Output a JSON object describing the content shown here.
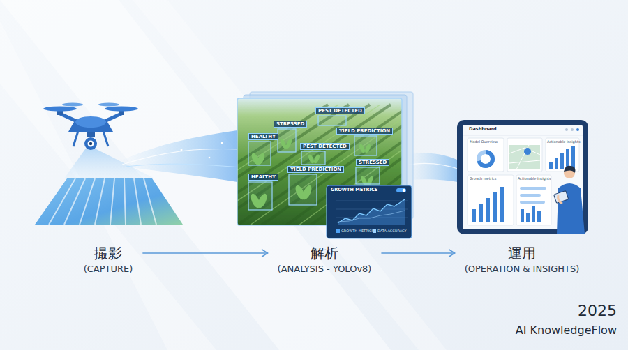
{
  "diagram": {
    "nodes": [
      {
        "text": [
          "撮影",
          "(CAPTURE)"
        ]
      },
      {
        "text": [
          "解析",
          "(ANALYSIS - YOLOv8)"
        ]
      },
      {
        "text": [
          "運用",
          "(OPERATION & INSIGHTS)"
        ]
      }
    ],
    "edges": [
      {
        "from": 0,
        "to": 1,
        "arrow": "to"
      },
      {
        "from": 1,
        "to": 2,
        "arrow": "to"
      }
    ],
    "labels": [
      "PEST DETECTED",
      "STRESSED",
      "HEALTHY",
      "YIELD PREDICTION",
      "PEST DETECTED",
      "HEALTHY",
      "YIELD PREDICTION",
      "STRESSED",
      "GROWTH METRICS",
      "Dashboard",
      "Model Overview",
      "Actionable Insights",
      "Growth metrics",
      "Actionable Insights",
      "2025",
      "AI KnowledgeFlow"
    ],
    "legend": [
      {
        "text": "GROWTH METRICS",
        "color": "#4fa3f7"
      },
      {
        "text": "DATA ACCURACY",
        "color": "#9fd4ff"
      }
    ]
  }
}
